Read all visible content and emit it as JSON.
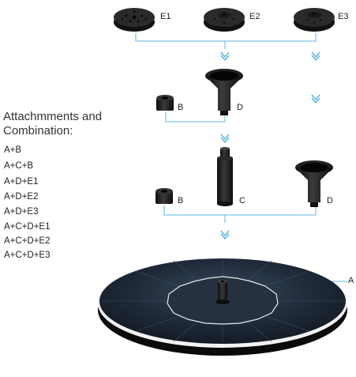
{
  "heading": {
    "line1": "Attachmments and",
    "line2": "Combination:"
  },
  "combinations": [
    "A+B",
    "A+C+B",
    "A+D+E1",
    "A+D+E2",
    "A+D+E3",
    "A+C+D+E1",
    "A+C+D+E2",
    "A+C+D+E3"
  ],
  "parts": {
    "e1": "E1",
    "e2": "E2",
    "e3": "E3",
    "b_top": "B",
    "d_top": "D",
    "b_bottom": "B",
    "c": "C",
    "d_bottom": "D",
    "a": "A"
  },
  "colors": {
    "connector": "#5bb8de",
    "part": "#1a1a1a",
    "panel": "#1e2a38",
    "panel_rim": "#0d0d0d"
  },
  "icons": [
    "arrow-down-icon",
    "nozzle-disc-icon",
    "funnel-nozzle-icon",
    "short-nozzle-icon",
    "extension-tube-icon",
    "solar-fountain-icon"
  ]
}
